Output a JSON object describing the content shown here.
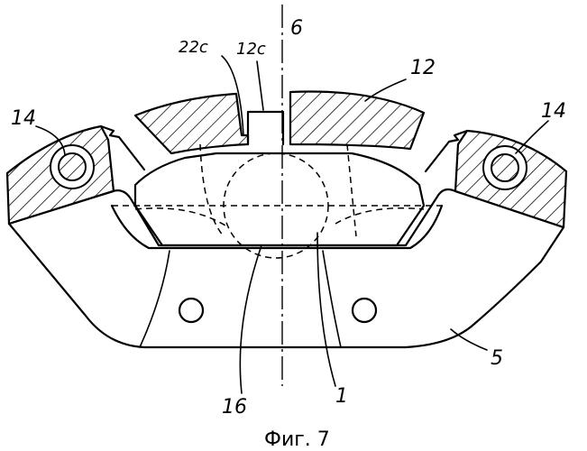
{
  "labels": {
    "axis": "6",
    "part_22c": "22c",
    "part_12c": "12c",
    "part_12": "12",
    "part_14_left": "14",
    "part_14_right": "14",
    "part_5": "5",
    "part_16": "16",
    "part_1": "1"
  },
  "caption": "Фиг. 7"
}
